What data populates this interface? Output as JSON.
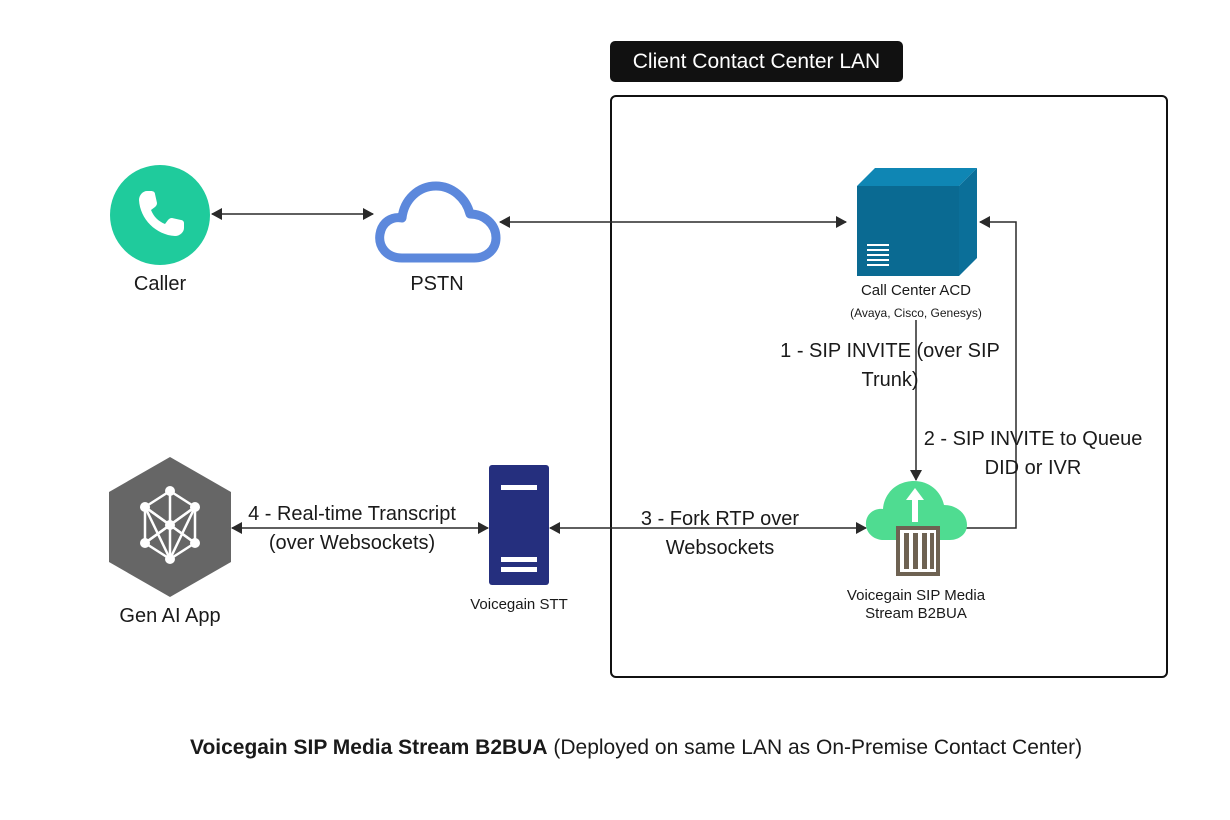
{
  "lan": {
    "title": "Client Contact Center LAN"
  },
  "nodes": {
    "caller": {
      "label": "Caller",
      "icon": "phone-icon",
      "color": "#1fcb9c"
    },
    "pstn": {
      "label": "PSTN",
      "icon": "cloud-icon",
      "color": "#5c88dc"
    },
    "acd": {
      "label": "Call Center ACD",
      "sublabel": "(Avaya, Cisco, Genesys)",
      "icon": "server-box-icon",
      "color": "#0a6a92"
    },
    "b2bua": {
      "label_line1": "Voicegain SIP Media",
      "label_line2": "Stream B2BUA",
      "icon": "cloud-container-icon",
      "color": "#4fdc91"
    },
    "stt": {
      "label": "Voicegain STT",
      "icon": "server-tower-icon",
      "color": "#252f7e"
    },
    "genai": {
      "label": "Gen AI App",
      "icon": "neural-network-icon",
      "color": "#666666"
    }
  },
  "edges": {
    "e1": {
      "line1": "1 - SIP INVITE (over SIP",
      "line2": "Trunk)"
    },
    "e2": {
      "line1": "2 - SIP INVITE to Queue",
      "line2": "DID or IVR"
    },
    "e3": {
      "line1": "3 - Fork RTP over",
      "line2": "Websockets"
    },
    "e4": {
      "line1": "4 - Real-time Transcript",
      "line2": "(over Websockets)"
    }
  },
  "footer": {
    "bold": "Voicegain SIP Media Stream B2BUA",
    "rest": " (Deployed on same LAN as On-Premise Contact Center)"
  }
}
